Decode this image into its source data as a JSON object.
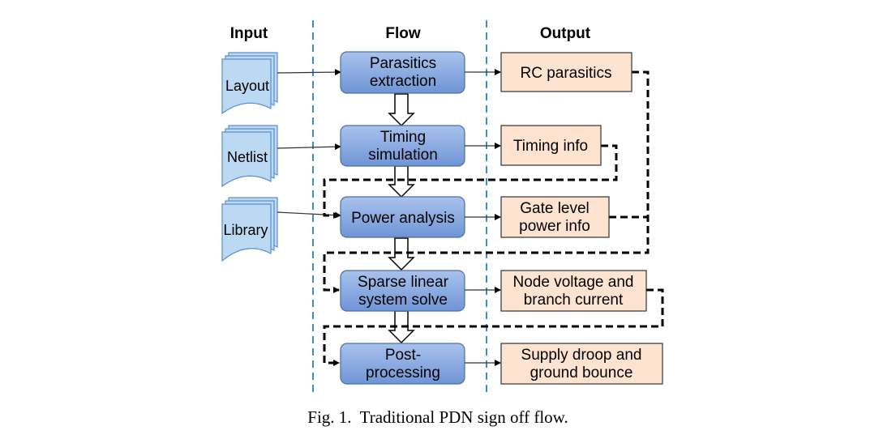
{
  "headers": {
    "input": "Input",
    "flow": "Flow",
    "output": "Output"
  },
  "inputs": [
    {
      "label": "Layout"
    },
    {
      "label": "Netlist"
    },
    {
      "label": "Library"
    }
  ],
  "flow_steps": [
    {
      "lines": [
        "Parasitics",
        "extraction"
      ]
    },
    {
      "lines": [
        "Timing",
        "simulation"
      ]
    },
    {
      "lines": [
        "Power analysis"
      ]
    },
    {
      "lines": [
        "Sparse linear",
        "system solve"
      ]
    },
    {
      "lines": [
        "Post-",
        "processing"
      ]
    }
  ],
  "outputs": [
    {
      "lines": [
        "RC parasitics"
      ]
    },
    {
      "lines": [
        "Timing info"
      ]
    },
    {
      "lines": [
        "Gate level",
        "power info"
      ]
    },
    {
      "lines": [
        "Node voltage and",
        "branch current"
      ]
    },
    {
      "lines": [
        "Supply droop and",
        "ground bounce"
      ]
    }
  ],
  "caption": "Fig. 1.  Traditional PDN sign off flow.",
  "colors": {
    "flow_box_top": "#a9c2ec",
    "flow_box_bottom": "#6f95d6",
    "output_box": "#fde3d0",
    "input_doc": "#bcd9f3",
    "separator": "#3a8fc4"
  }
}
